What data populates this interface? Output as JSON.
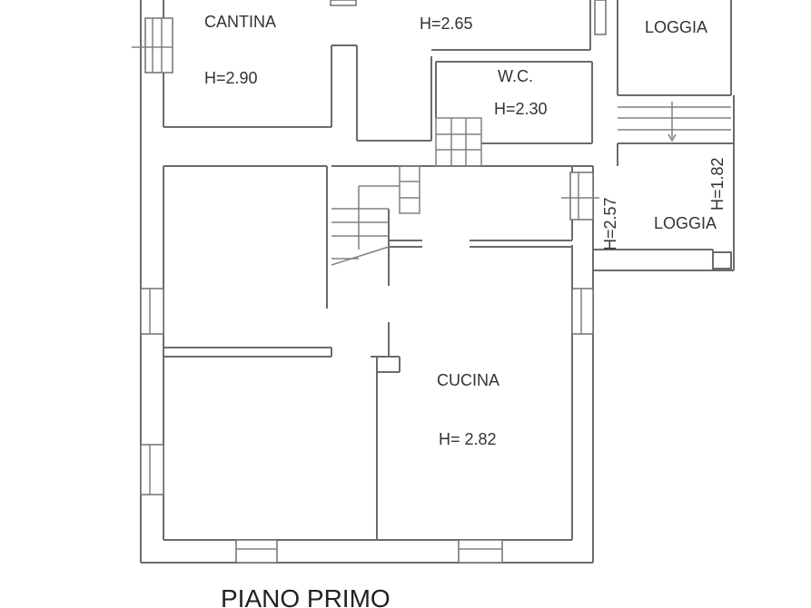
{
  "plan": {
    "title": "PIANO PRIMO",
    "rooms": {
      "cantina": {
        "name": "CANTINA",
        "height": "H=2.90"
      },
      "top_center": {
        "name": "",
        "height": "H=2.65"
      },
      "wc": {
        "name": "W.C.",
        "height": "H=2.30"
      },
      "loggia_top": {
        "name": "LOGGIA"
      },
      "loggia_right": {
        "name": "LOGGIA",
        "height_left": "H=2.57",
        "height_right": "H=1.82"
      },
      "cucina": {
        "name": "CUCINA",
        "height": "H= 2.82"
      }
    }
  }
}
